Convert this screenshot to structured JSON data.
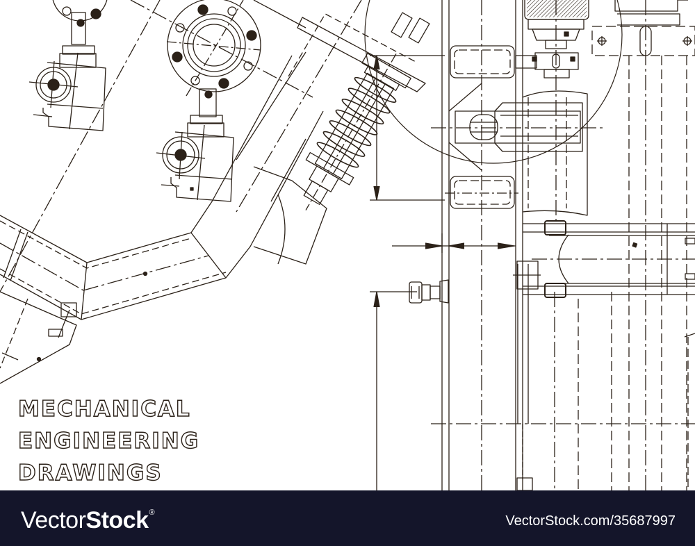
{
  "drawing": {
    "title_lines": [
      "MECHANICAL",
      "ENGINEERING",
      "DRAWINGS"
    ],
    "line_color": "#2b2118",
    "background_color": "#ffffff",
    "components": [
      "valve-assembly-left",
      "valve-assembly-center",
      "pipe-elbow",
      "coil-spring-damper",
      "vertical-column-frame",
      "horizontal-cylinder",
      "bolt-fitting",
      "dimension-arrows"
    ]
  },
  "footer": {
    "background_color": "#14152a",
    "logo_light": "Vector",
    "logo_bold": "Stock",
    "logo_mark": "®",
    "url": "VectorStock.com/35687997"
  }
}
